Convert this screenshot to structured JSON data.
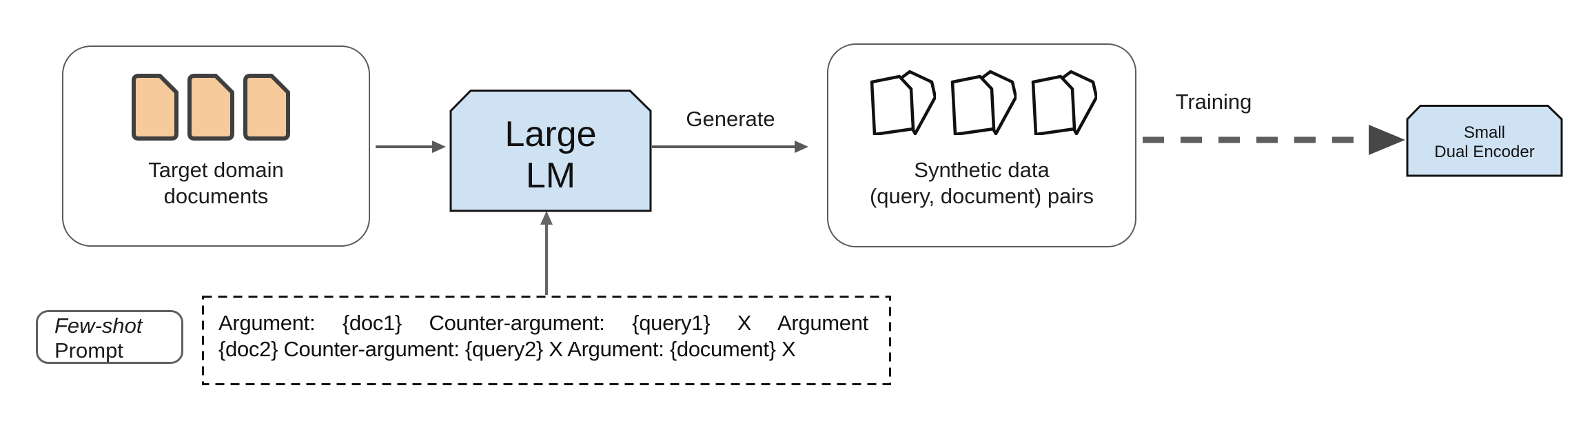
{
  "diagram": {
    "title": "Synthetic data generation pipeline with a large language model",
    "nodes": {
      "target_documents": {
        "label": "Target domain\ndocuments"
      },
      "large_lm": {
        "label": "Large\nLM"
      },
      "synthetic_data": {
        "label": "Synthetic data\n(query, document) pairs"
      },
      "small_dual_encoder": {
        "label": "Small\nDual Encoder"
      },
      "few_shot_prompt": {
        "line1": "Few-shot",
        "line2": "Prompt"
      },
      "prompt_template": {
        "line1": "Argument: {doc1} Counter-argument: {query1} X Argument",
        "line2": "{doc2} Counter-argument: {query2} X Argument: {document} X"
      }
    },
    "edges": {
      "generate_label": "Generate",
      "training_label": "Training"
    },
    "icons": {
      "target_documents": "document-icon x3",
      "synthetic_data": "document-pair-icon x3"
    },
    "colors": {
      "process_box_fill": "#CFE2F3",
      "process_box_border": "#141414",
      "document_fill": "#F7CA9C",
      "document_border": "#3F3F3F",
      "container_border": "#5C5C5C",
      "arrow_gray": "#595959",
      "dashed_arrow_gray": "#5E5E5E",
      "text": "#1B1B1B"
    }
  }
}
